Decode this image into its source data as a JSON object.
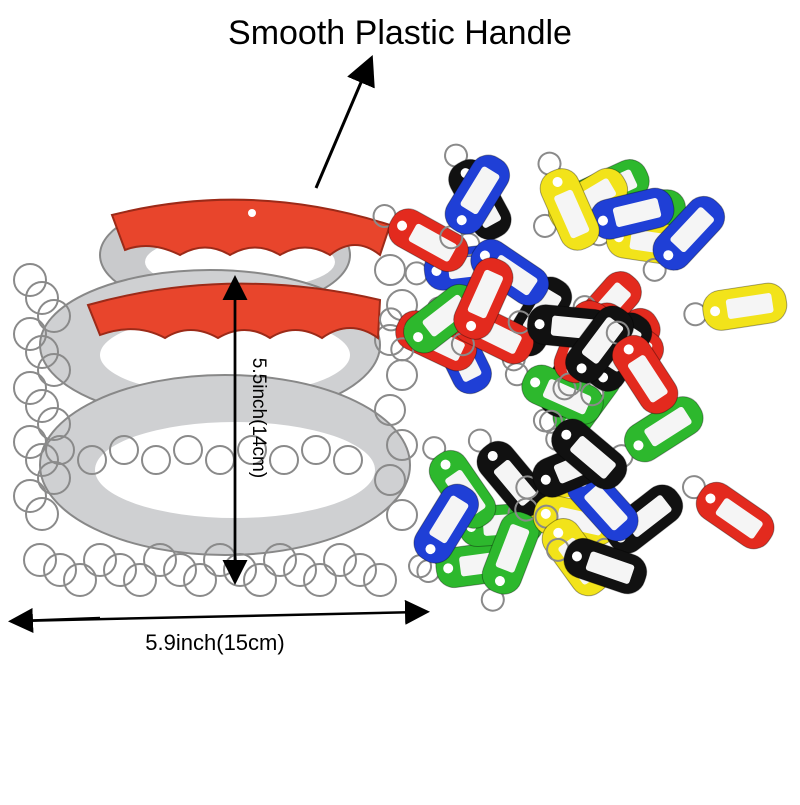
{
  "annotations": {
    "title": "Smooth Plastic Handle",
    "height_label": "5.5inch(14cm)",
    "width_label": "5.9inch(15cm)"
  },
  "colors": {
    "handle": "#e8452c",
    "metal": "#c9cacc",
    "ring": "#8a8a8a",
    "tag_colors": [
      "#1f3fd6",
      "#2db82d",
      "#f2e31a",
      "#e32a1e",
      "#111111"
    ],
    "tag_label": "#f5f5f5"
  }
}
